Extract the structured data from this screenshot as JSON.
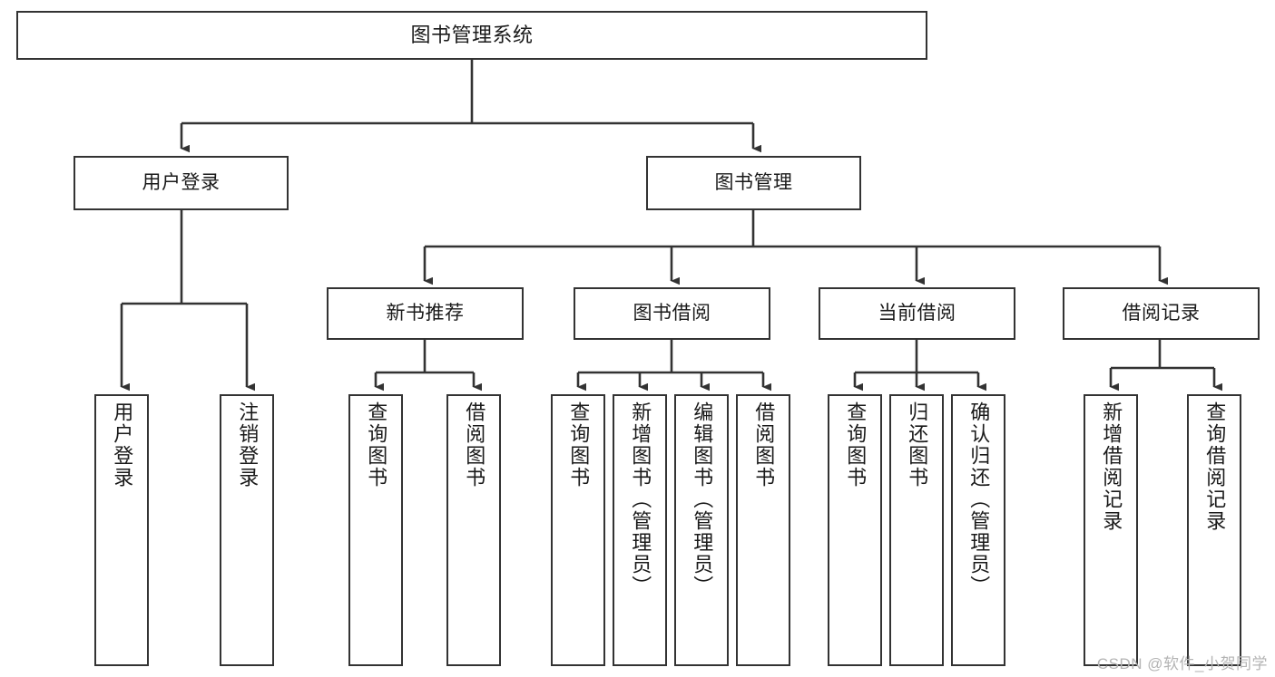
{
  "diagram": {
    "title": "图书管理系统",
    "type": "功能结构图",
    "stroke_color": "#333333",
    "fill_color": "#ffffff",
    "text_color": "#1a1a1a",
    "watermark": "CSDN @软件_小贺同学"
  },
  "nodes": {
    "root": {
      "label": "图书管理系统"
    },
    "level2": [
      {
        "id": "user-login",
        "label": "用户登录"
      },
      {
        "id": "book-manage",
        "label": "图书管理"
      }
    ],
    "level3": [
      {
        "id": "new-book-recommend",
        "label": "新书推荐"
      },
      {
        "id": "book-borrow",
        "label": "图书借阅"
      },
      {
        "id": "current-borrow",
        "label": "当前借阅"
      },
      {
        "id": "borrow-record",
        "label": "借阅记录"
      }
    ],
    "leaves": {
      "user_login": [
        {
          "id": "leaf-user-login",
          "label": "用户登录"
        },
        {
          "id": "leaf-logout-login",
          "label": "注销登录"
        }
      ],
      "new_book_recommend": [
        {
          "id": "leaf-query-book-1",
          "label": "查询图书"
        },
        {
          "id": "leaf-borrow-book-1",
          "label": "借阅图书"
        }
      ],
      "book_borrow": [
        {
          "id": "leaf-query-book-2",
          "label": "查询图书"
        },
        {
          "id": "leaf-add-book",
          "label": "新增图书（管理员）"
        },
        {
          "id": "leaf-edit-book",
          "label": "编辑图书（管理员）"
        },
        {
          "id": "leaf-borrow-book-2",
          "label": "借阅图书"
        }
      ],
      "current_borrow": [
        {
          "id": "leaf-query-book-3",
          "label": "查询图书"
        },
        {
          "id": "leaf-return-book",
          "label": "归还图书"
        },
        {
          "id": "leaf-confirm-return",
          "label": "确认归还（管理员）"
        }
      ],
      "borrow_record": [
        {
          "id": "leaf-add-record",
          "label": "新增借阅记录"
        },
        {
          "id": "leaf-query-record",
          "label": "查询借阅记录"
        }
      ]
    }
  }
}
